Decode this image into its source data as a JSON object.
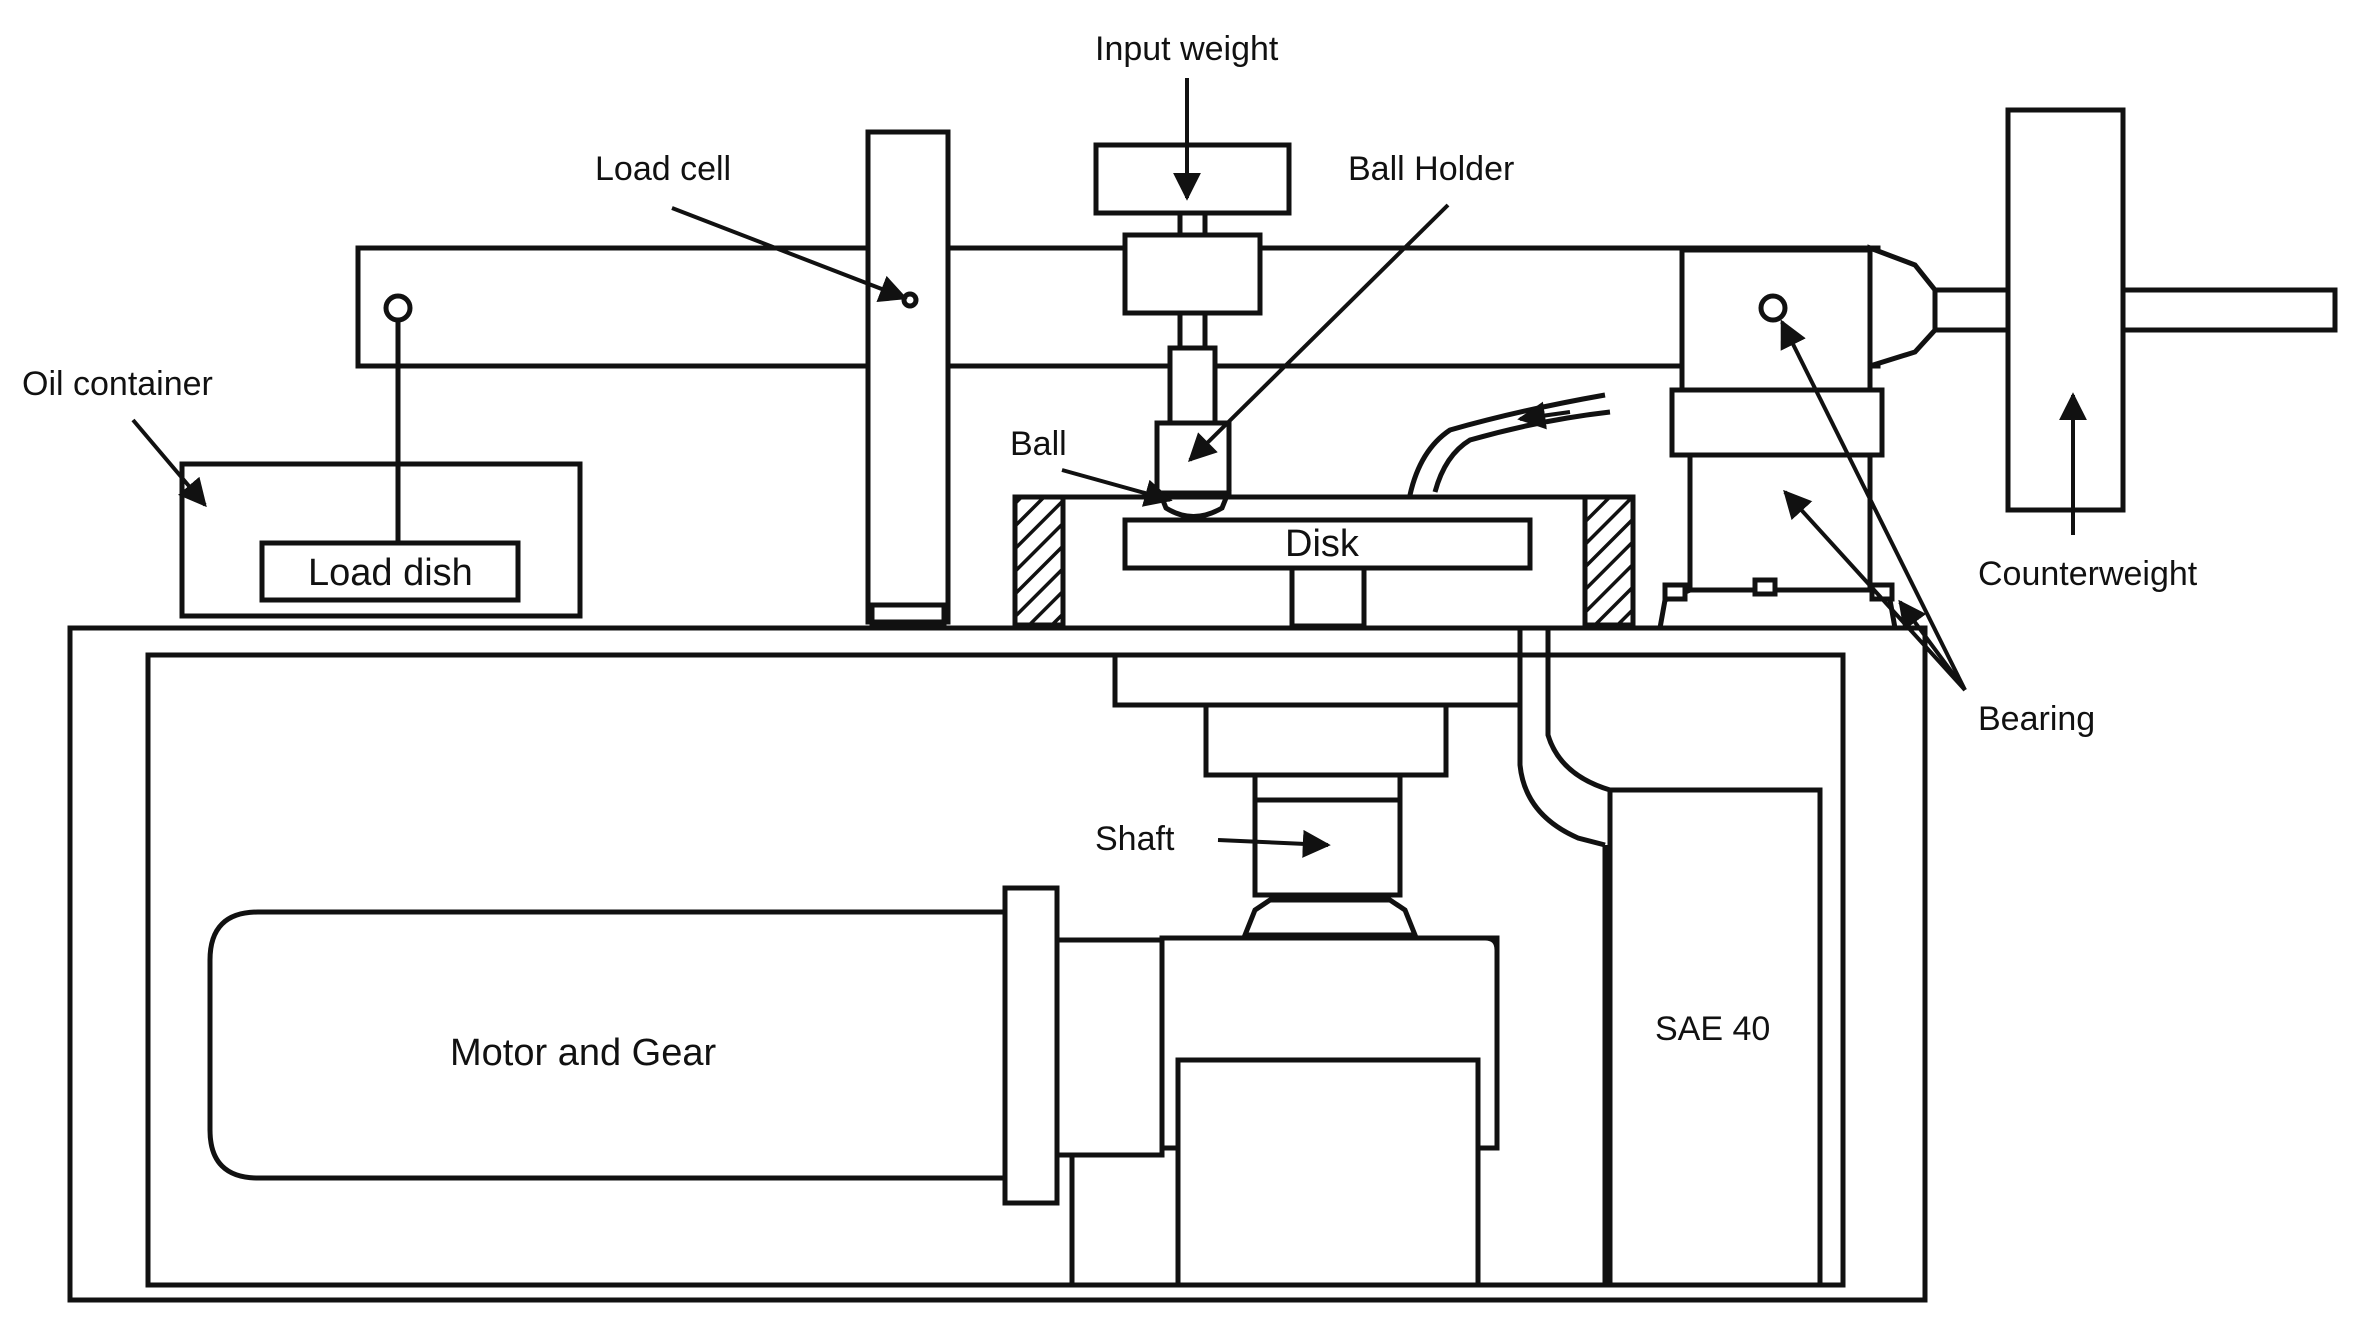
{
  "labels": {
    "input_weight": "Input weight",
    "load_cell": "Load cell",
    "ball_holder": "Ball Holder",
    "oil_container": "Oil container",
    "ball": "Ball",
    "load_dish": "Load dish",
    "disk": "Disk",
    "counterweight": "Counterweight",
    "bearing": "Bearing",
    "shaft": "Shaft",
    "motor_and_gear": "Motor and Gear",
    "sae_40": "SAE 40"
  },
  "colors": {
    "line": "#111111",
    "background": "#ffffff"
  }
}
